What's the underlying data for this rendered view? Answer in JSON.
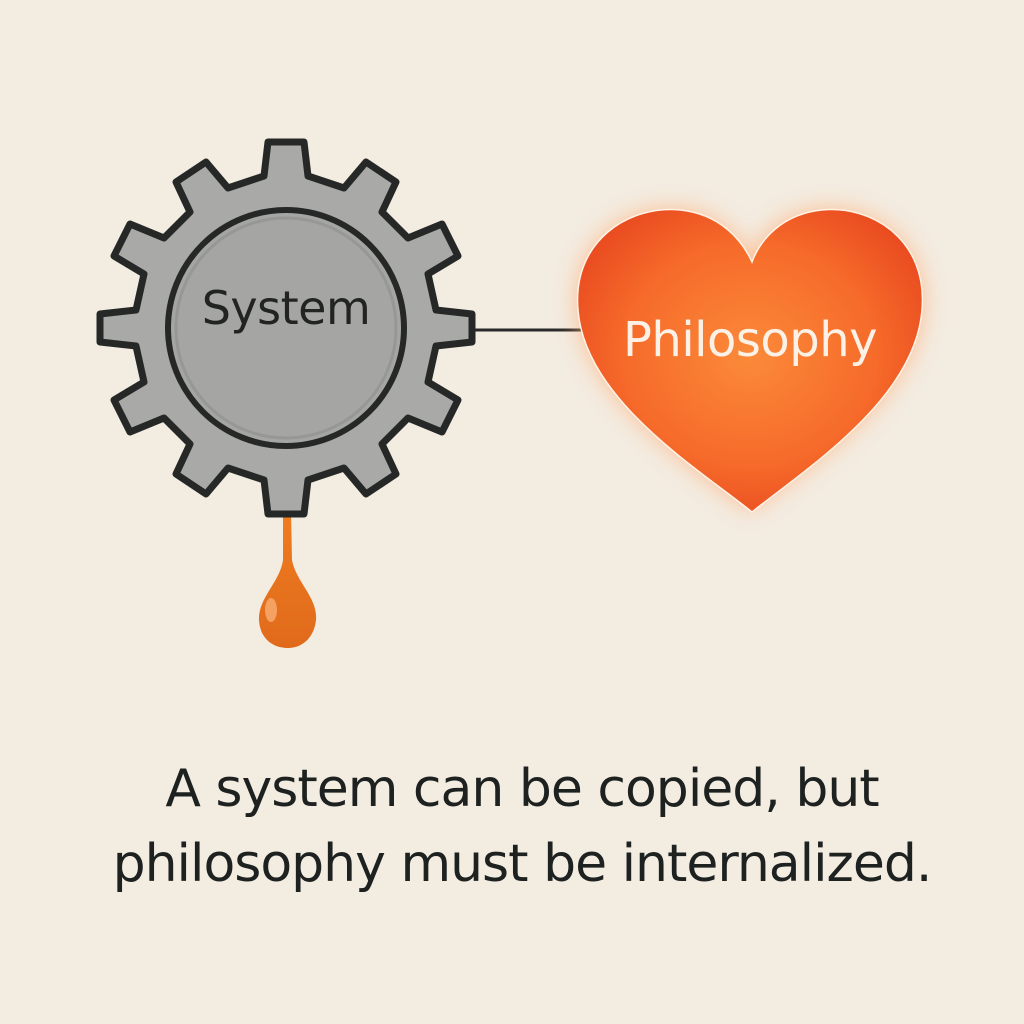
{
  "gear": {
    "label": "System",
    "fill_color": "#a9a9a7",
    "stroke_color": "#262827"
  },
  "heart": {
    "label": "Philosophy",
    "fill_color": "#f4652a",
    "glow_color": "#ffb07a",
    "text_color": "#fbf1e6"
  },
  "connector": {
    "from": "System",
    "to": "Philosophy",
    "color": "#2a2a2a"
  },
  "drop": {
    "color": "#e8731f",
    "highlight_color": "#f6a66a"
  },
  "caption": {
    "line1": "A system can be copied, but",
    "line2": "philosophy must be internalized."
  },
  "colors": {
    "background": "#f3ece1",
    "text": "#1d2120"
  }
}
